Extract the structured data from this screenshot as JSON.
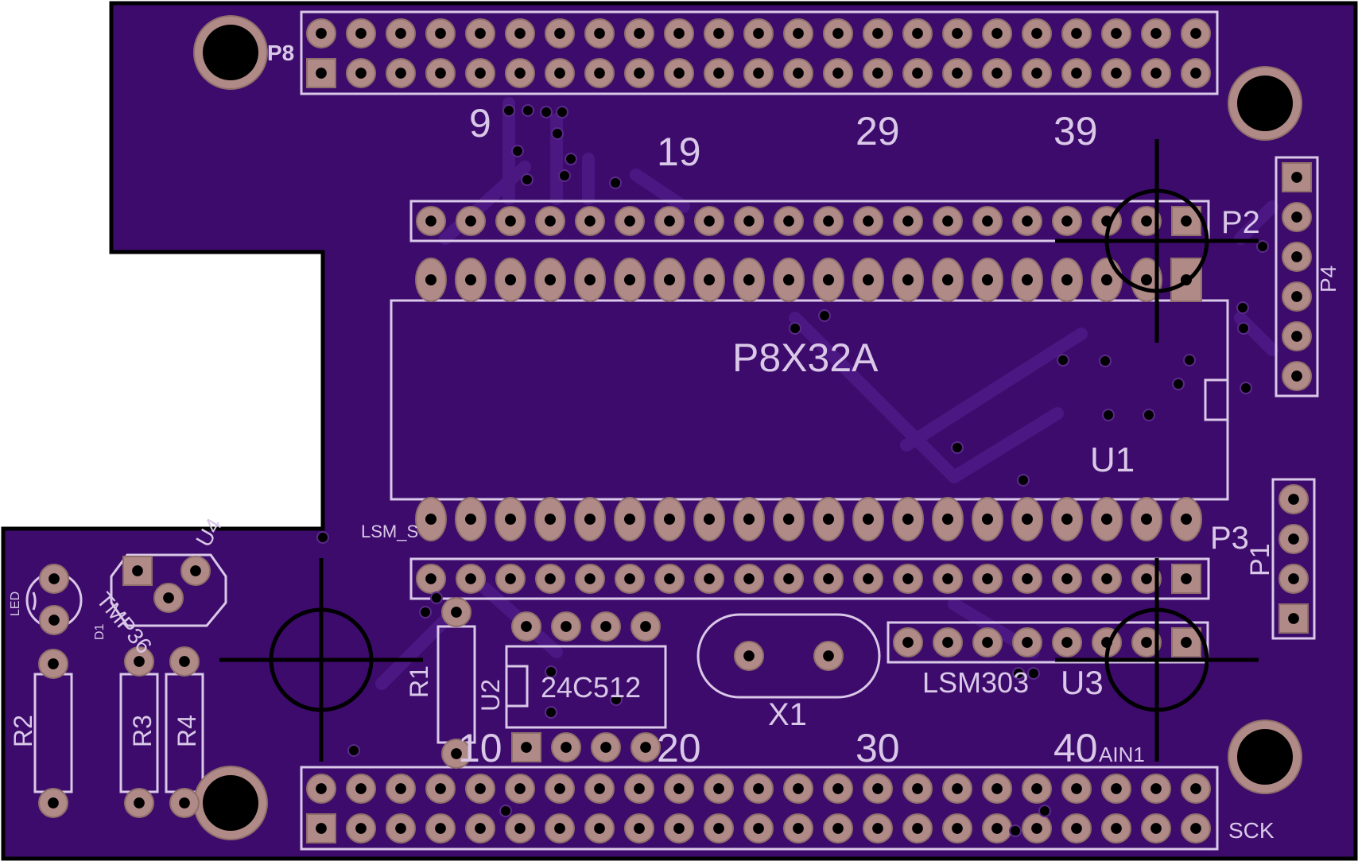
{
  "board": {
    "colors": {
      "substrate": "#3d0b6b",
      "fill": "#3f0d70",
      "trace": "#4a1680",
      "outline": "#000000",
      "silkscreen": "#d9c8e8",
      "pad": "#b08a86",
      "pad_edge": "#8f6f6b",
      "hole": "#000000",
      "fiducial": "#000000"
    }
  },
  "labels": {
    "p8": "P8",
    "p2": "P2",
    "p3": "P3",
    "p4": "P4",
    "p1": "P1",
    "u1": "U1",
    "u2": "U2",
    "u3": "U3",
    "u4": "U4",
    "x1": "X1",
    "r1": "R1",
    "r2": "R2",
    "r3": "R3",
    "r4": "R4",
    "d1": "D1",
    "led": "LED",
    "tmp36": "TMP36",
    "chip_name": "P8X32A",
    "eeprom_name": "24C512",
    "imu_name": "LSM303",
    "lsm_s": "LSM_S",
    "ain1": "AIN1",
    "sck": "SCK",
    "top_numbers": [
      "9",
      "19",
      "29",
      "39"
    ],
    "bottom_numbers": [
      "10",
      "20",
      "30",
      "40"
    ]
  },
  "icons": {
    "mounting_hole": "mounting-hole-icon",
    "fiducial": "crosshair-icon"
  }
}
